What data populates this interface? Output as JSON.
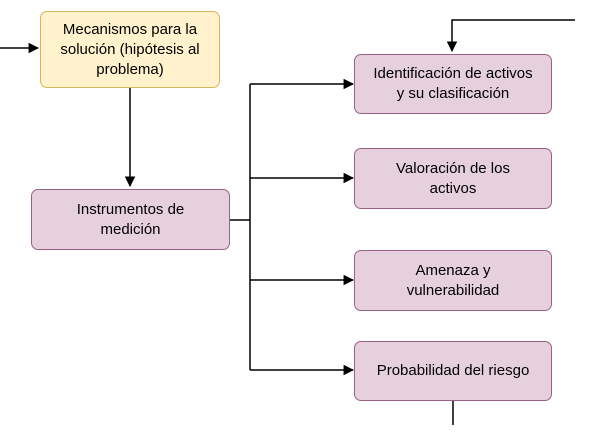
{
  "nodes": {
    "mecanismos": "Mecanismos para la\nsolución (hipótesis al\nproblema)",
    "instrumentos": "Instrumentos de\nmedición",
    "identificacion": "Identificación de activos\ny su clasificación",
    "valoracion": "Valoración de los\nactivos",
    "amenaza": "Amenaza y\nvulnerabilidad",
    "probabilidad": "Probabilidad del riesgo"
  },
  "colors": {
    "yellow_fill": "#fff2cc",
    "yellow_stroke": "#d6b656",
    "pink_fill": "#e6d0de",
    "pink_stroke": "#996185",
    "line": "#000000"
  }
}
